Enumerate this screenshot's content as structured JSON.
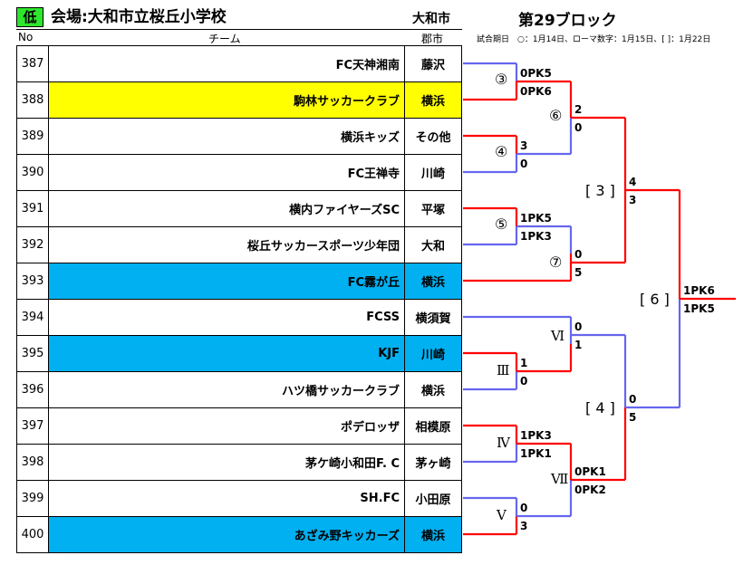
{
  "header": {
    "level_badge": "低",
    "venue": "会場:大和市立桜丘小学校",
    "city": "大和市",
    "block": "第29ブロック",
    "col_no": "No",
    "col_team": "チーム",
    "col_city": "郡市",
    "note": "試合期日　○：1月14日、ローマ数字：1月15日、[ ]：1月22日"
  },
  "teams": [
    {
      "no": "387",
      "name": "FC天神湘南",
      "city": "藤沢",
      "highlight": ""
    },
    {
      "no": "388",
      "name": "駒林サッカークラブ",
      "city": "横浜",
      "highlight": "#ffff00"
    },
    {
      "no": "389",
      "name": "横浜キッズ",
      "city": "その他",
      "highlight": ""
    },
    {
      "no": "390",
      "name": "FC王禅寺",
      "city": "川崎",
      "highlight": ""
    },
    {
      "no": "391",
      "name": "横内ファイヤーズSC",
      "city": "平塚",
      "highlight": ""
    },
    {
      "no": "392",
      "name": "桜丘サッカースポーツ少年団",
      "city": "大和",
      "highlight": ""
    },
    {
      "no": "393",
      "name": "FC霧が丘",
      "city": "横浜",
      "highlight": "#00b0f0"
    },
    {
      "no": "394",
      "name": "FCSS",
      "city": "横須賀",
      "highlight": ""
    },
    {
      "no": "395",
      "name": "KJF",
      "city": "川崎",
      "highlight": "#00b0f0"
    },
    {
      "no": "396",
      "name": "ハツ橋サッカークラブ",
      "city": "横浜",
      "highlight": ""
    },
    {
      "no": "397",
      "name": "ポデロッザ",
      "city": "相模原",
      "highlight": ""
    },
    {
      "no": "398",
      "name": "茅ケ崎小和田F. C",
      "city": "茅ヶ崎",
      "highlight": ""
    },
    {
      "no": "399",
      "name": "SH.FC",
      "city": "小田原",
      "highlight": ""
    },
    {
      "no": "400",
      "name": "あざみ野キッカーズ",
      "city": "横浜",
      "highlight": "#00b0f0"
    }
  ],
  "colors": {
    "winner": "#ff0000",
    "loser": "#6666ee"
  },
  "matches": {
    "m3": {
      "label": "③",
      "top": "0PK5",
      "bottom": "0PK6"
    },
    "m4": {
      "label": "④",
      "top": "3",
      "bottom": "0"
    },
    "m5": {
      "label": "⑤",
      "top": "1PK5",
      "bottom": "1PK3"
    },
    "m6": {
      "label": "⑥",
      "top": "2",
      "bottom": "0"
    },
    "m7": {
      "label": "⑦",
      "top": "0",
      "bottom": "5"
    },
    "mIII": {
      "label": "Ⅲ",
      "top": "1",
      "bottom": "0"
    },
    "mIV": {
      "label": "Ⅳ",
      "top": "1PK3",
      "bottom": "1PK1"
    },
    "mV": {
      "label": "Ⅴ",
      "top": "0",
      "bottom": "3"
    },
    "mVI": {
      "label": "Ⅵ",
      "top": "0",
      "bottom": "1"
    },
    "mVII": {
      "label": "Ⅶ",
      "top": "0PK1",
      "bottom": "0PK2"
    },
    "r3": {
      "label": "[ 3 ]",
      "top": "4",
      "bottom": "3"
    },
    "r4": {
      "label": "[ 4 ]",
      "top": "0",
      "bottom": "5"
    },
    "r6": {
      "label": "[ 6 ]",
      "top": "1PK6",
      "bottom": "1PK5"
    }
  }
}
